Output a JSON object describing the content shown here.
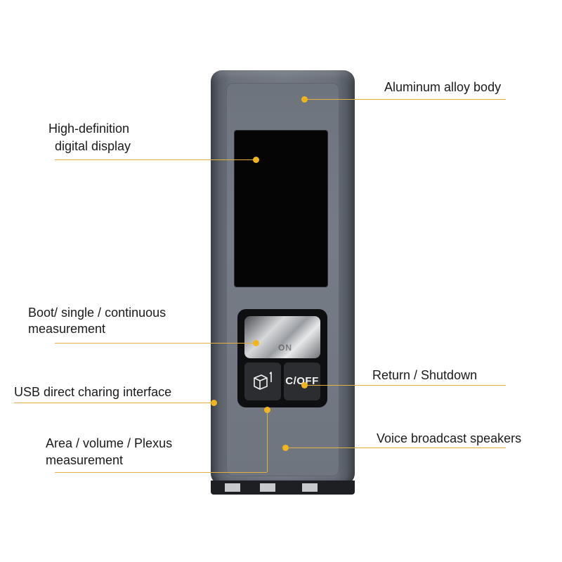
{
  "device": {
    "keys": {
      "on_label": "ON",
      "right_label": "C/OFF"
    },
    "accent_color": "#f4b41c"
  },
  "callouts": {
    "aluminum_body": "Aluminum alloy body",
    "display_line1": "High-definition",
    "display_line2": "digital display",
    "boot_line1": "Boot/ single / continuous",
    "boot_line2": "measurement",
    "return_shutdown": "Return / Shutdown",
    "usb": "USB direct charing interface",
    "area_line1": "Area / volume / Plexus",
    "area_line2": "measurement",
    "speakers": "Voice broadcast speakers"
  },
  "icons": {
    "area_volume": "cube-icon"
  }
}
